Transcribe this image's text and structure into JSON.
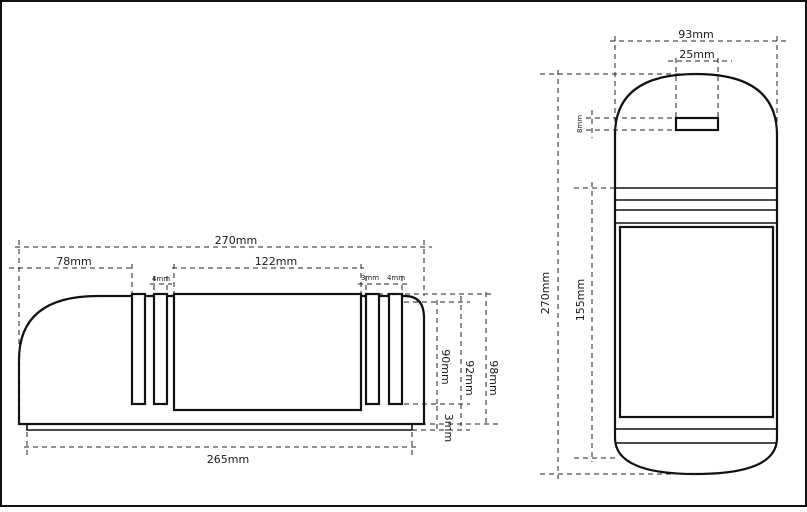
{
  "side_view": {
    "overall_length": "270mm",
    "front_section": "78mm",
    "slot_gap_left": "4mm",
    "middle_section": "122mm",
    "slot_gap_right_a": "3mm",
    "slot_gap_right_b": "4mm",
    "inner_height": "90mm",
    "mid_height": "92mm",
    "total_height": "98mm",
    "base_thickness": "3mm",
    "base_length": "265mm"
  },
  "top_view": {
    "overall_width": "93mm",
    "slot_width": "25mm",
    "slot_depth": "8mm",
    "overall_length": "270mm",
    "window_length": "155mm"
  }
}
